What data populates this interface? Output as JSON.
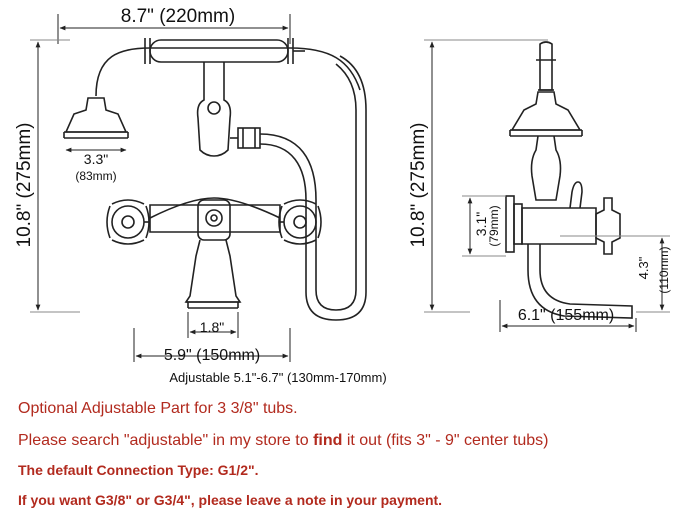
{
  "front_view": {
    "width_label": "8.7\" (220mm)",
    "height_label": "10.8\" (275mm)",
    "head_diameter_label": "3.3\"",
    "head_diameter_mm": "(83mm)",
    "spout_label": "1.8\"",
    "center_label": "5.9\" (150mm)",
    "adjustable_label": "Adjustable 5.1\"-6.7\" (130mm-170mm)"
  },
  "side_view": {
    "height_label": "10.8\" (275mm)",
    "mount_label": "3.1\"",
    "mount_mm": "(79mm)",
    "spout_height_label": "4.3\"",
    "spout_height_mm": "(110mm)",
    "reach_label": "6.1\" (155mm)"
  },
  "notes": {
    "line1": "Optional Adjustable Part for 3 3/8\" tubs.",
    "line2_a": "Please search \"adjustable\" in my store to ",
    "line2_bold": "find",
    "line2_b": " it out (fits 3\" - 9\" center tubs)",
    "line3": "The default Connection Type: G1/2\".",
    "line4": "If you want G3/8\" or G3/4\", please leave a note in your payment."
  },
  "colors": {
    "line": "#222222",
    "note_text": "#b22a1e"
  }
}
